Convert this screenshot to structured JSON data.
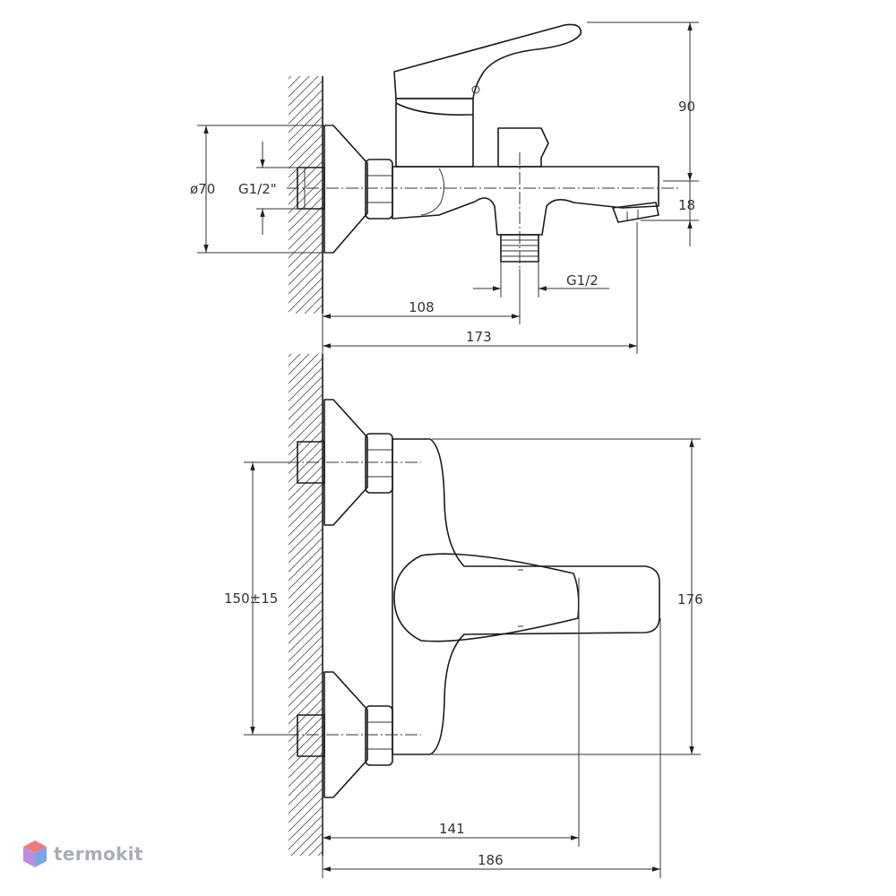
{
  "dimensions": {
    "height_top": "90",
    "spout_height": "18",
    "flange_diameter": "ø70",
    "inlet_thread": "G1/2\"",
    "outlet_thread": "G1/2",
    "outlet_distance": "108",
    "total_depth": "173",
    "overall_height": "176",
    "inlet_spacing": "150±15",
    "handle_depth": "141",
    "overall_depth": "186"
  },
  "brand": {
    "name": "termokit",
    "logo_colors": [
      "#f07a7a",
      "#7aa6e8",
      "#b98fe0"
    ]
  }
}
